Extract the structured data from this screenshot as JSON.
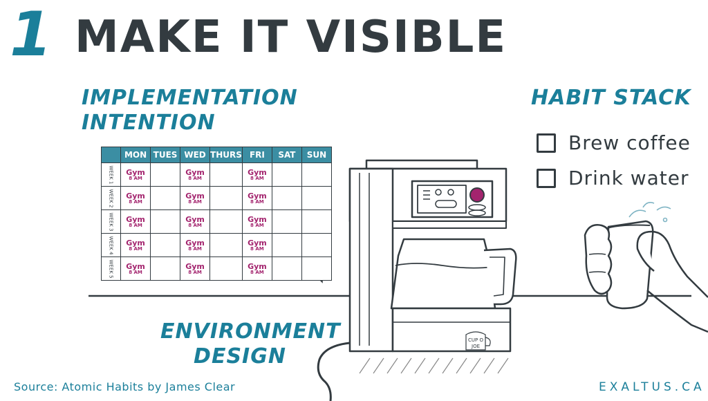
{
  "header": {
    "number": "1",
    "title": "MAKE IT VISIBLE"
  },
  "implementation": {
    "heading_line1": "IMPLEMENTATION",
    "heading_line2": "INTENTION"
  },
  "calendar": {
    "days": [
      "MON",
      "TUES",
      "WED",
      "THURS",
      "FRI",
      "SAT",
      "SUN"
    ],
    "weeks": [
      "WEEK 1",
      "WEEK 2",
      "WEEK 3",
      "WEEK 4",
      "WEEK 5"
    ],
    "entry_label": "Gym",
    "entry_time": "8 AM",
    "entry_days": [
      "MON",
      "WED",
      "FRI"
    ]
  },
  "habit_stack": {
    "heading": "HABIT STACK",
    "items": [
      {
        "label": "Brew coffee",
        "checked": false
      },
      {
        "label": "Drink water",
        "checked": false
      }
    ]
  },
  "environment": {
    "heading_line1": "ENVIRONMENT",
    "heading_line2": "DESIGN"
  },
  "coffee_maker": {
    "brand_line1": "CUP O",
    "brand_line2": "JOE"
  },
  "footer": {
    "source": "Source: Atomic Habits by James Clear",
    "brand": "EXALTUS.CA"
  },
  "colors": {
    "teal": "#1b7f9a",
    "header_teal": "#3b8ea3",
    "magenta": "#a3246e",
    "ink": "#333b40"
  }
}
